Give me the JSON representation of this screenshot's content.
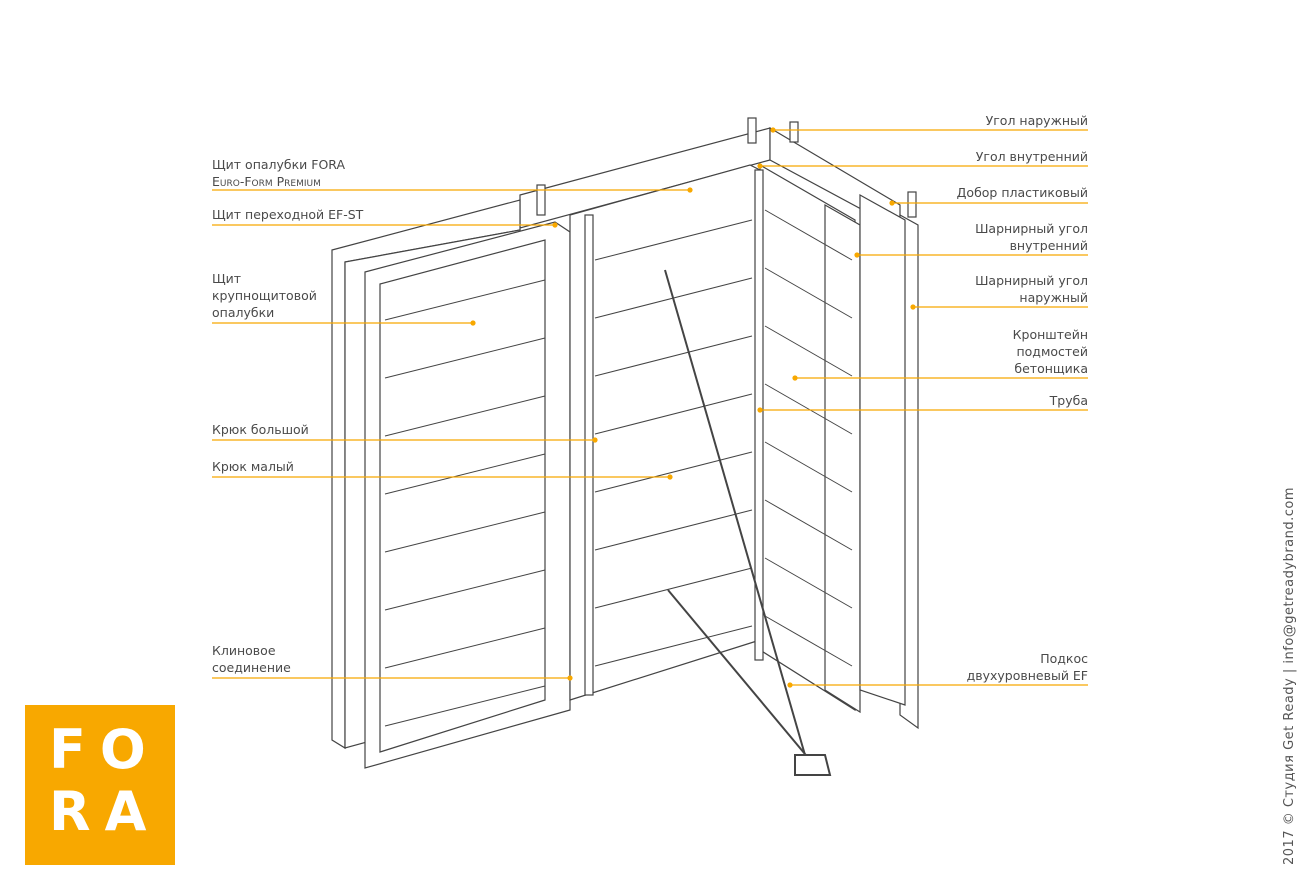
{
  "colors": {
    "accent": "#f8a800",
    "line": "#555555"
  },
  "labels_left": [
    {
      "line1": "Щит опалубки FORA",
      "line2": "Euro-Form Premium"
    },
    {
      "line1": "Щит переходной EF-ST"
    },
    {
      "line1": "Щит",
      "line2": "крупнощитовой",
      "line3": "опалубки"
    },
    {
      "line1": "Крюк большой"
    },
    {
      "line1": "Крюк малый"
    },
    {
      "line1": "Клиновое",
      "line2": "соединение"
    }
  ],
  "labels_right": [
    {
      "line1": "Угол наружный"
    },
    {
      "line1": "Угол внутренний"
    },
    {
      "line1": "Добор пластиковый"
    },
    {
      "line1": "Шарнирный угол",
      "line2": "внутренний"
    },
    {
      "line1": "Шарнирный угол",
      "line2": "наружный"
    },
    {
      "line1": "Кронштейн",
      "line2": "подмостей",
      "line3": "бетонщика"
    },
    {
      "line1": "Труба"
    },
    {
      "line1": "Подкос",
      "line2": "двухуровневый EF"
    }
  ],
  "logo": {
    "row1": "FO",
    "row2": "RA"
  },
  "credit": "2017 © Студия Get Ready | info@getreadybrand.com"
}
